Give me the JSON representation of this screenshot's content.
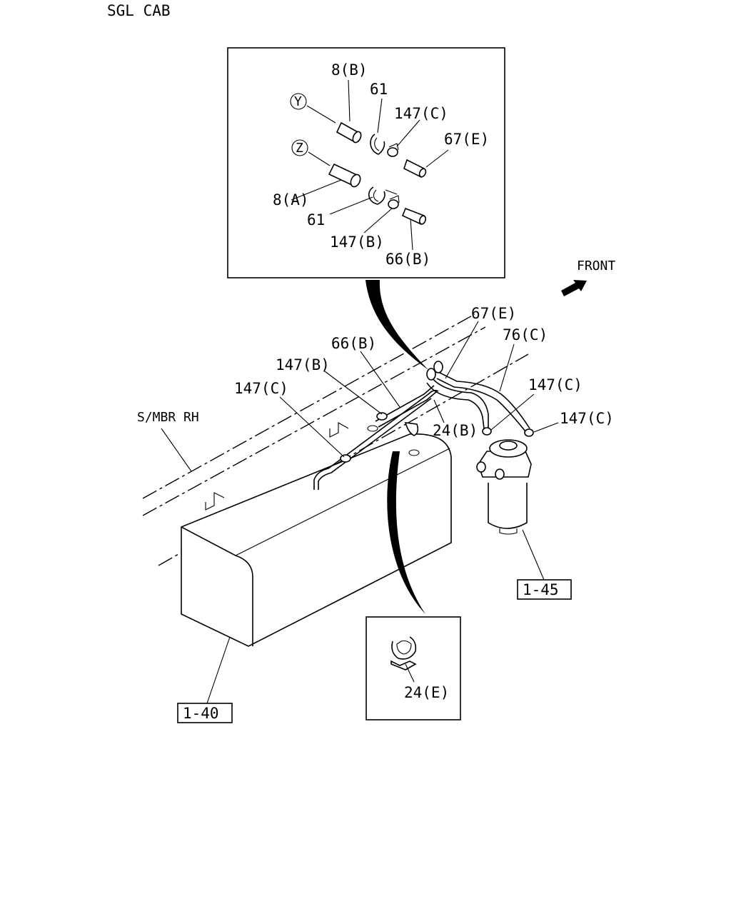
{
  "header": {
    "title": "SGL CAB"
  },
  "orientation": {
    "front_label": "FRONT"
  },
  "detail_top": {
    "callouts": {
      "y": "Y",
      "z": "Z",
      "p8b": "8(B)",
      "p61a": "61",
      "p147c": "147(C)",
      "p67e": "67(E)",
      "p8a": "8(A)",
      "p61b": "61",
      "p147b": "147(B)",
      "p66b": "66(B)"
    }
  },
  "main": {
    "callouts": {
      "p67e": "67(E)",
      "p76c": "76(C)",
      "p66b": "66(B)",
      "p147b": "147(B)",
      "p147c_left": "147(C)",
      "smbr": "S/MBR RH",
      "p24b": "24(B)",
      "p147c_mid": "147(C)",
      "p147c_right": "147(C)"
    },
    "refs": {
      "filter": "1-45",
      "tank": "1-40"
    }
  },
  "detail_bottom": {
    "callouts": {
      "p24e": "24(E)"
    }
  }
}
